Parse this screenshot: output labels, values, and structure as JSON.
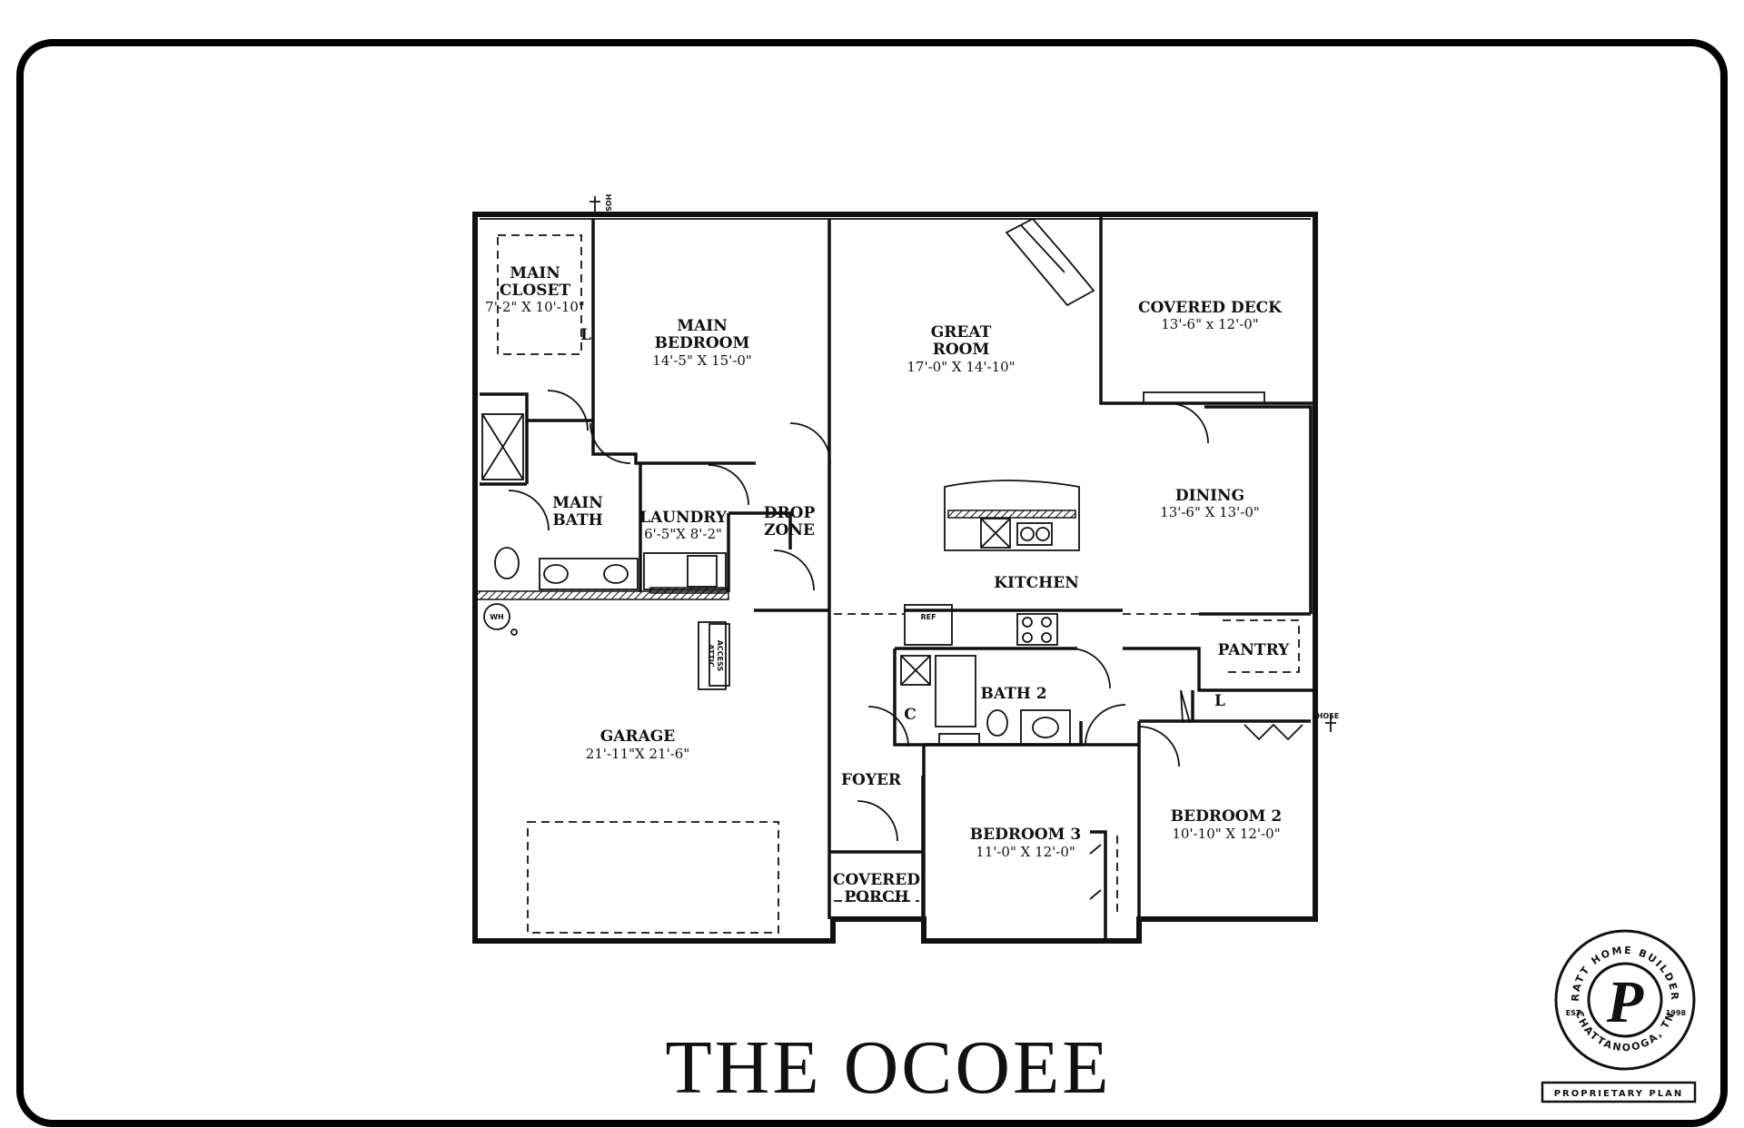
{
  "plan_title": "THE OCOEE",
  "rooms": [
    {
      "name": "MAIN",
      "name2": "CLOSET",
      "dims": "7'-2\" X 10'-10\""
    },
    {
      "name": "MAIN",
      "name2": "BEDROOM",
      "dims": "14'-5\" X 15'-0\""
    },
    {
      "name": "GREAT",
      "name2": "ROOM",
      "dims": "17'-0\" X 14'-10\""
    },
    {
      "name": "COVERED DECK",
      "dims": "13'-6\" x 12'-0\""
    },
    {
      "name": "MAIN",
      "name2": "BATH"
    },
    {
      "name": "LAUNDRY",
      "dims": "6'-5\"X 8'-2\""
    },
    {
      "name": "DROP",
      "name2": "ZONE"
    },
    {
      "name": "DINING",
      "dims": "13'-6\" X 13'-0\""
    },
    {
      "name": "KITCHEN"
    },
    {
      "name": "GARAGE",
      "dims": "21'-11\"X 21'-6\""
    },
    {
      "name": "PANTRY"
    },
    {
      "name": "BATH 2"
    },
    {
      "name": "FOYER"
    },
    {
      "name": "BEDROOM 3",
      "dims": "11'-0\" X 12'-0\""
    },
    {
      "name": "BEDROOM 2",
      "dims": "10'-10\" X 12'-0\""
    },
    {
      "name": "COVERED",
      "name2": "PORCH"
    }
  ],
  "fixtures": {
    "hose": "HOSE",
    "water_heater": "WH",
    "attic_line1": "ATTIC",
    "attic_line2": "ACCESS",
    "ref": "REF",
    "linen": "L",
    "closet": "C"
  },
  "logo": {
    "company": "PRATT HOME BUILDERS",
    "city": "CHATTANOOGA, TN",
    "est": "EST.",
    "year": "1998",
    "initial": "P",
    "badge": "PROPRIETARY PLAN"
  }
}
